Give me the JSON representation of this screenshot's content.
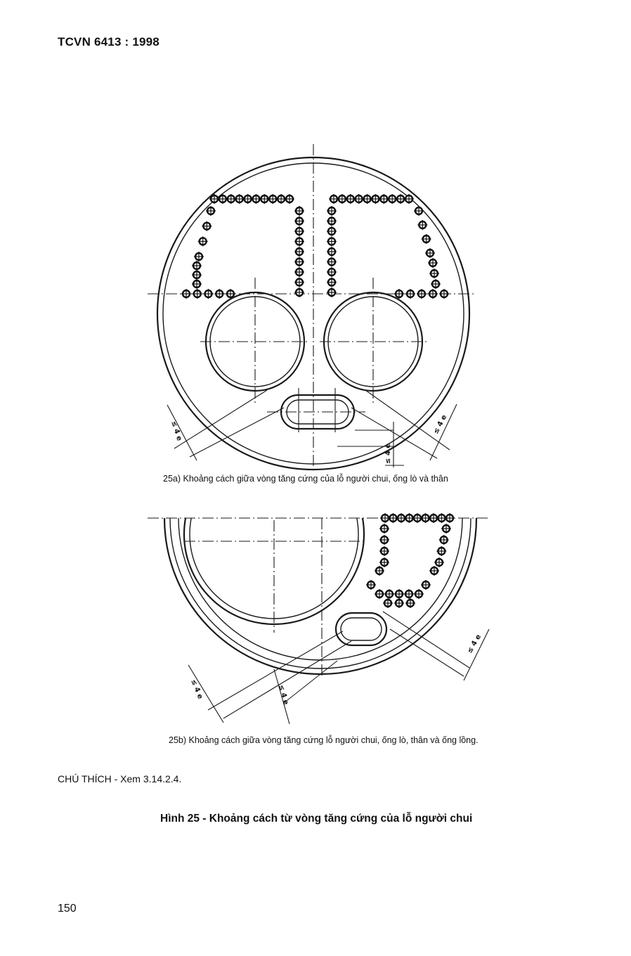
{
  "header": {
    "standard": "TCVN 6413 : 1998"
  },
  "figure": {
    "caption_a": "25a)  Khoảng cách giữa vòng tăng cứng của lỗ người chui, ống lò và thân",
    "caption_b": "25b)  Khoảng cách giữa vòng tăng cứng lỗ người chui, ống lò, thân và ống lồng.",
    "dim_label": "≤ 4 e",
    "title": "Hình 25 - Khoảng cách từ vòng tăng cứng của lỗ người chui"
  },
  "note": "CHÚ THÍCH - Xem 3.14.2.4.",
  "page_number": "150"
}
